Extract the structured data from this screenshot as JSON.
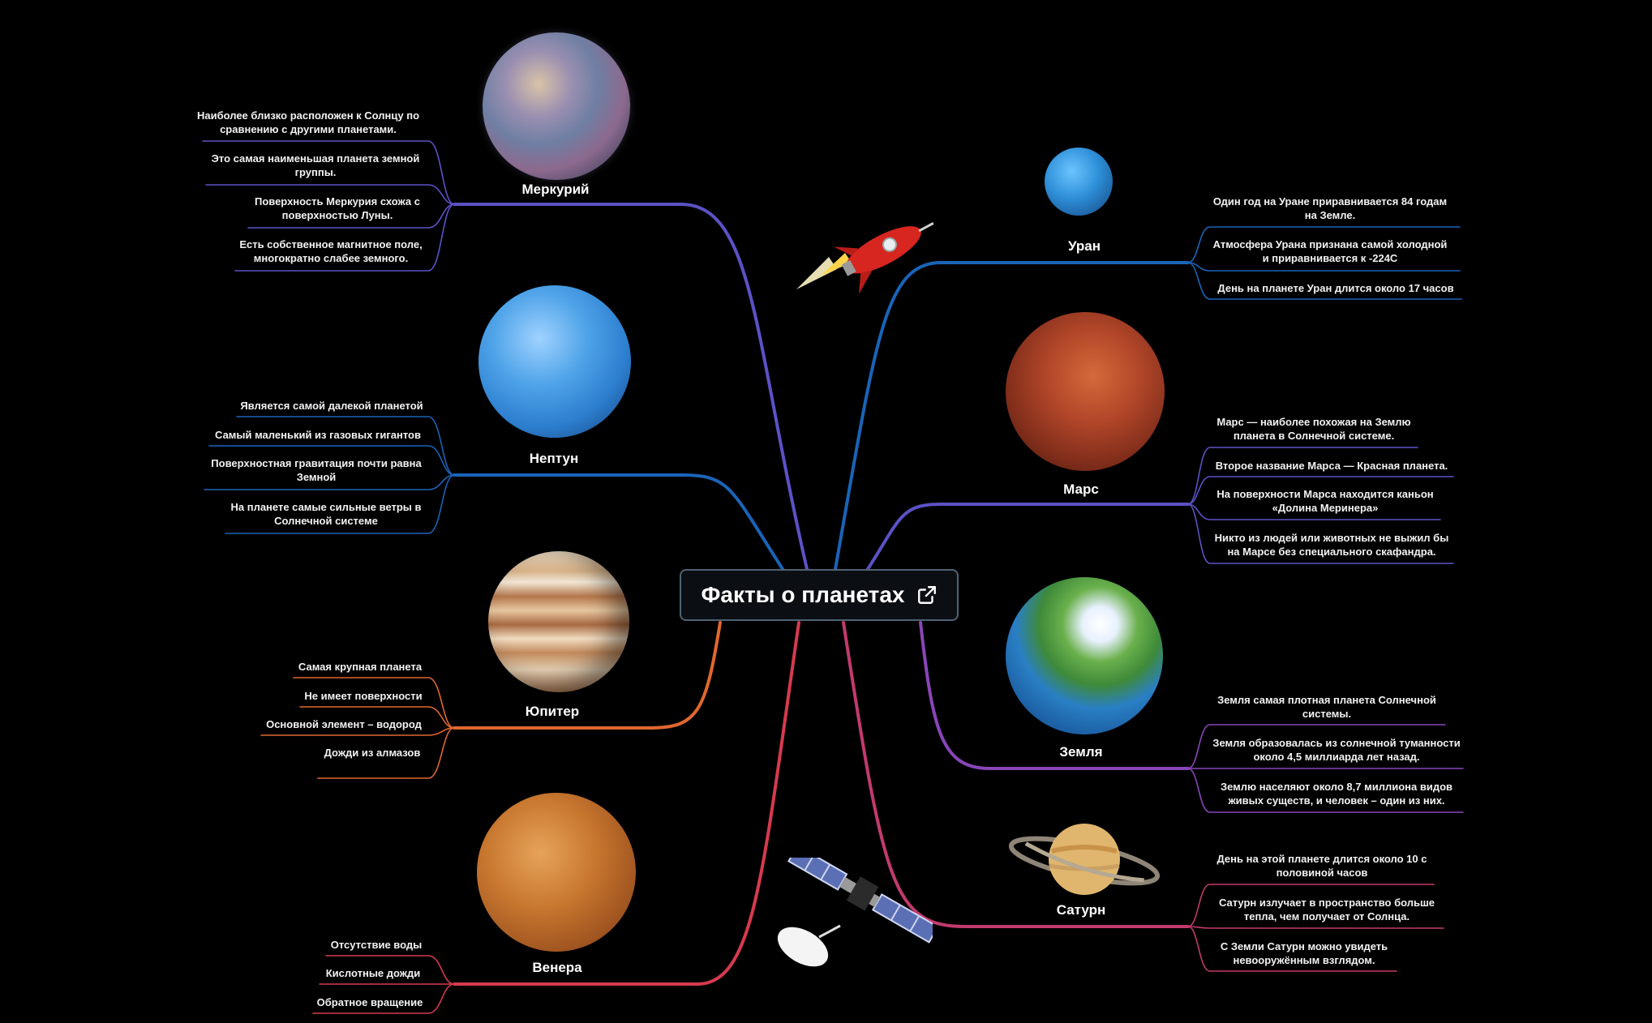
{
  "central": {
    "title": "Факты о планетах",
    "icon": "external-link-icon"
  },
  "branches": [
    {
      "id": "mercury",
      "name": "Меркурий",
      "color": "#5b52c6",
      "facts": [
        "Наиболее близко расположен к Солнцу по сравнению с другими планетами.",
        "Это самая наименьшая планета земной группы.",
        "Поверхность Меркурия схожа с поверхностью Луны.",
        "Есть собственное магнитное поле, многократно слабее земного."
      ]
    },
    {
      "id": "neptune",
      "name": "Нептун",
      "color": "#1a64b8",
      "facts": [
        "Является самой далекой планетой",
        "Самый маленький из газовых гигантов",
        "Поверхностная гравитация почти равна Земной",
        "На планете самые сильные ветры в Солнечной системе"
      ]
    },
    {
      "id": "jupiter",
      "name": "Юпитер",
      "color": "#e0672f",
      "facts": [
        "Самая крупная планета",
        "Не имеет поверхности",
        "Основной элемент – водород",
        "Дожди из алмазов"
      ]
    },
    {
      "id": "venus",
      "name": "Венера",
      "color": "#d63a4f",
      "facts": [
        "Отсутствие воды",
        "Кислотные дожди",
        "Обратное вращение"
      ]
    },
    {
      "id": "uranus",
      "name": "Уран",
      "color": "#1a64b8",
      "facts": [
        "Один год на Уране приравнивается 84 годам на Земле.",
        "Атмосфера Урана признана самой холодной и приравнивается к -224C",
        "День на планете Уран длится около 17 часов"
      ]
    },
    {
      "id": "mars",
      "name": "Марс",
      "color": "#5b52c6",
      "facts": [
        "Марс — наиболее похожая на Землю планета в Солнечной системе.",
        "Второе название Марса — Красная планета.",
        "На поверхности Марса находится каньон «Долина Меринера»",
        "Никто из людей или животных не выжил бы на Марсе без специального скафандра."
      ]
    },
    {
      "id": "earth",
      "name": "Земля",
      "color": "#8a45b8",
      "facts": [
        "Земля самая плотная планета Солнечной системы.",
        "Земля образовалась из солнечной туманности около 4,5 миллиарда лет назад.",
        "Землю населяют около 8,7 миллиона видов живых существ, и человек – один из них."
      ]
    },
    {
      "id": "saturn",
      "name": "Сатурн",
      "color": "#c23a6e",
      "facts": [
        "День на этой планете длится около 10 с половиной часов",
        "Сатурн излучает в пространство больше тепла, чем получает от Солнца.",
        "С Земли Сатурн можно увидеть невооружённым взглядом."
      ]
    }
  ],
  "decorations": [
    "rocket-icon",
    "satellite-icon"
  ]
}
